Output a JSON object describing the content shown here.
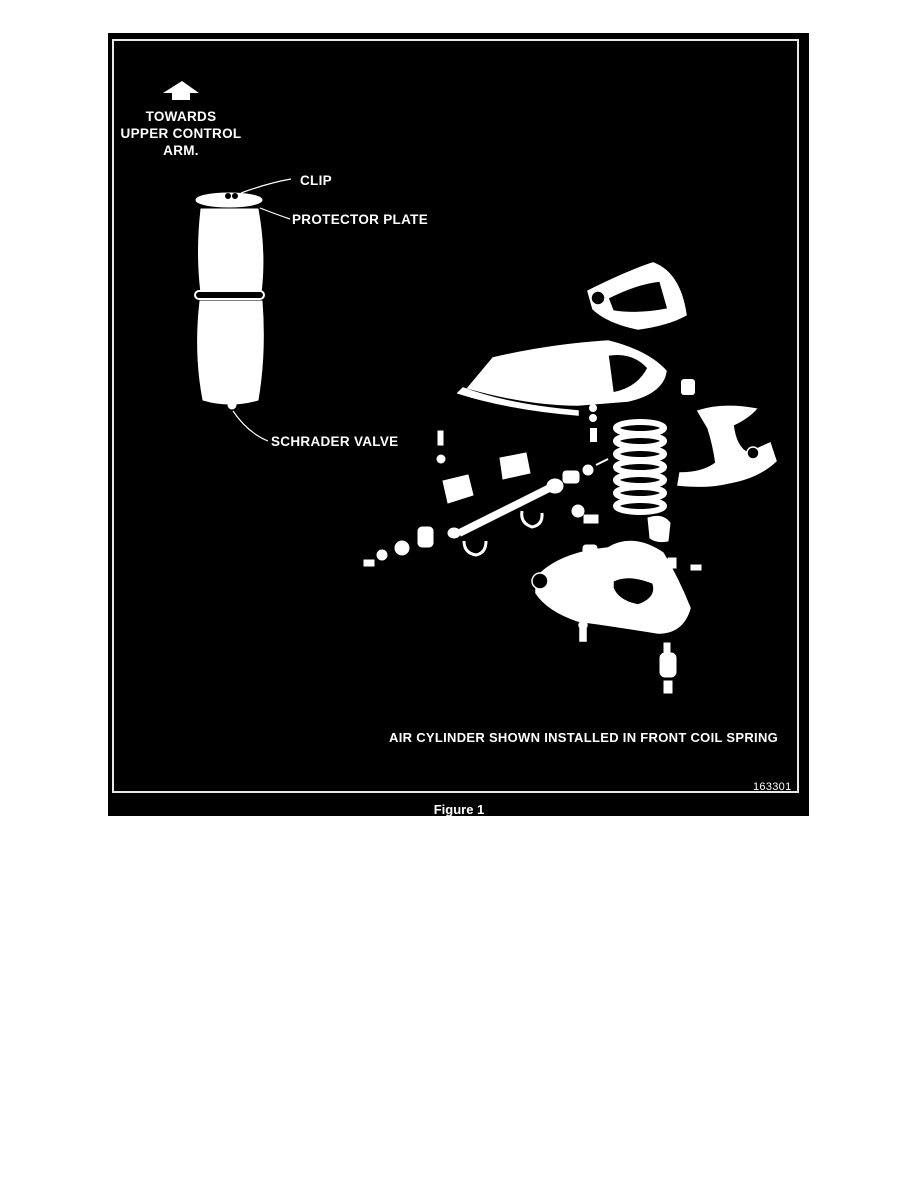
{
  "figure": {
    "direction_label": "TOWARDS\nUPPER CONTROL\nARM.",
    "direction_icon": "arrow-up-icon",
    "callouts": {
      "clip": "CLIP",
      "protector_plate": "PROTECTOR PLATE",
      "schrader_valve": "SCHRADER VALVE"
    },
    "note": "AIR CYLINDER SHOWN INSTALLED IN FRONT COIL SPRING",
    "image_number": "163301",
    "caption": "Figure 1"
  },
  "colors": {
    "panel": "#000000",
    "frame": "#e8e8e8",
    "line_art": "#ffffff"
  }
}
